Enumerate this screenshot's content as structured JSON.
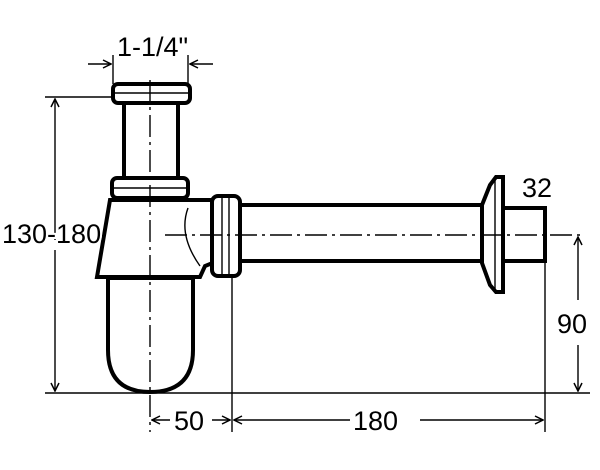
{
  "title": "Bottle trap dimension drawing",
  "dimensions": {
    "inlet_size": "1-1/4\"",
    "height_range": "130-180",
    "outlet_size": "32",
    "outlet_height": "90",
    "trap_offset": "50",
    "outlet_length": "180"
  },
  "colors": {
    "line": "#000000",
    "background": "#ffffff"
  }
}
